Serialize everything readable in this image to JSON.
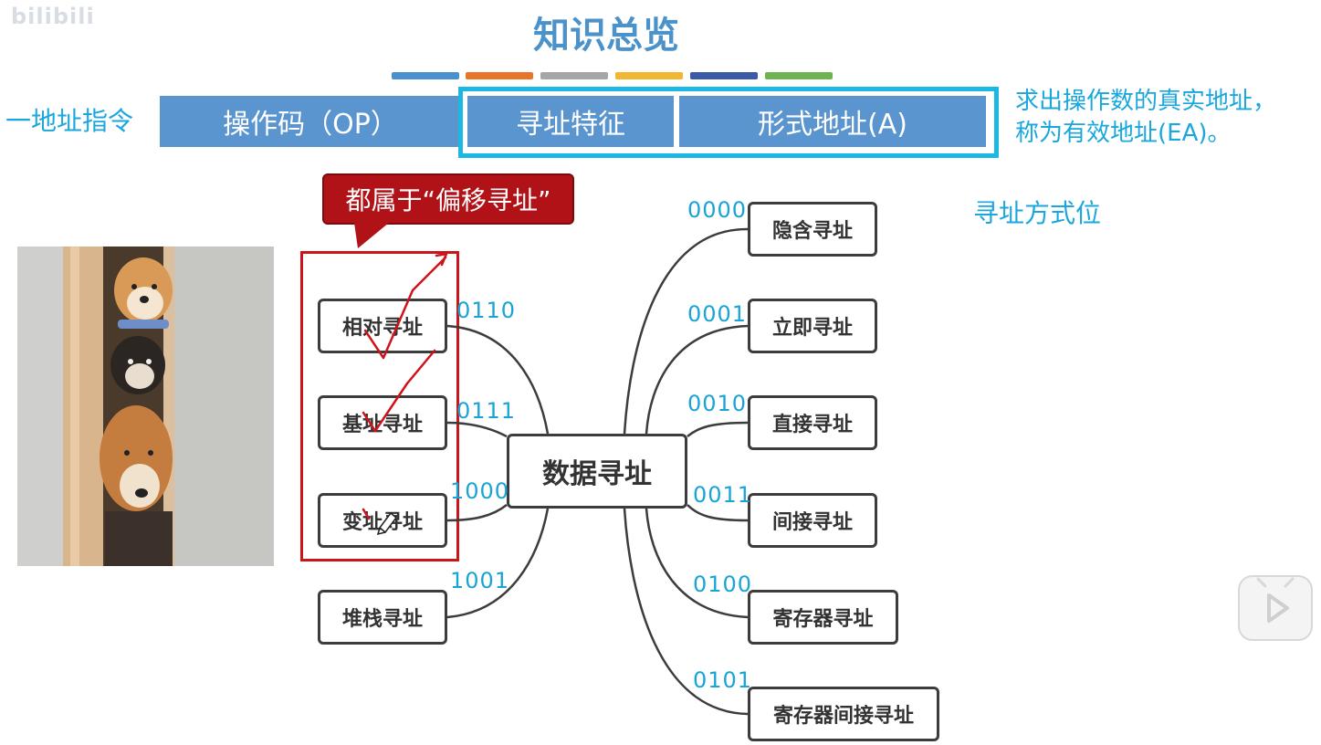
{
  "watermark": "bilibili",
  "slide": {
    "title": "知识总览"
  },
  "colors": {
    "bars": [
      "#4a8fcf",
      "#e8752a",
      "#a6a6a6",
      "#f2b632",
      "#3a5aa8",
      "#6db352"
    ],
    "field_fill": "#5b95cf",
    "accent_cyan": "#1aa7dd",
    "frame_cyan": "#1ab8e2",
    "callout_red": "#b01218"
  },
  "instruction": {
    "label": "一地址指令",
    "opcode": "操作码（OP）",
    "addr_feature": "寻址特征",
    "formal_addr": "形式地址(A)"
  },
  "note": {
    "line1": "求出操作数的真实地址，",
    "line2": "称为有效地址(EA)。"
  },
  "mode_bits_label": "寻址方式位",
  "callout": "都属于“偏移寻址”",
  "diagram": {
    "center": "数据寻址",
    "left": [
      {
        "label": "相对寻址",
        "code": "0110"
      },
      {
        "label": "基址寻址",
        "code": "0111"
      },
      {
        "label": "变址寻址",
        "code": "1000"
      },
      {
        "label": "堆栈寻址",
        "code": "1001"
      }
    ],
    "right": [
      {
        "label": "隐含寻址",
        "code": "0000"
      },
      {
        "label": "立即寻址",
        "code": "0001"
      },
      {
        "label": "直接寻址",
        "code": "0010"
      },
      {
        "label": "间接寻址",
        "code": "0011"
      },
      {
        "label": "寄存器寻址",
        "code": "0100"
      },
      {
        "label": "寄存器间接寻址",
        "code": "0101"
      }
    ]
  },
  "icons": {
    "play": "play-icon",
    "pen": "pen-cursor-icon"
  }
}
